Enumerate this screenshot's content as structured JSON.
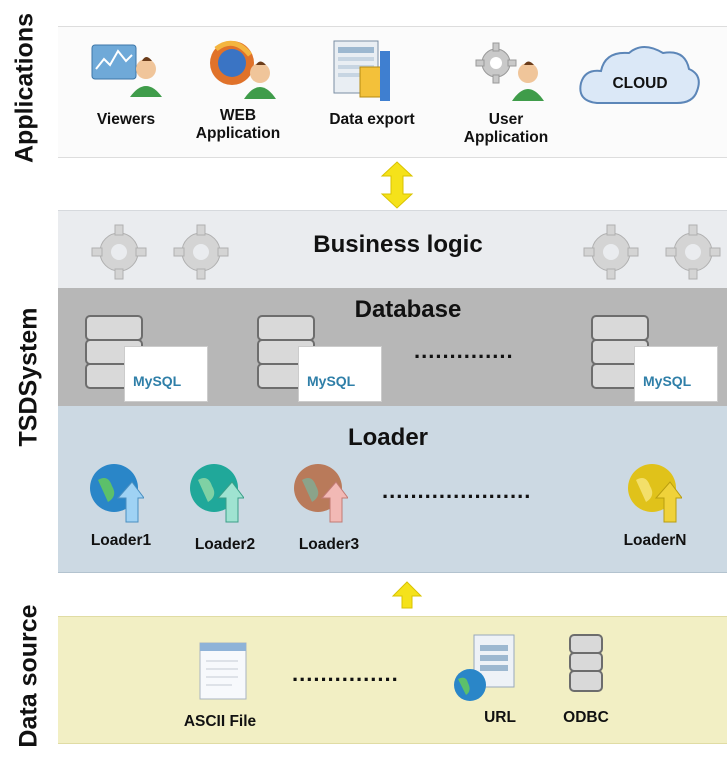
{
  "side_labels": {
    "applications": "Applications",
    "tsdsystem": "TSDSystem",
    "data_source": "Data source"
  },
  "applications": {
    "viewers": "Viewers",
    "web_1": "WEB",
    "web_2": "Application",
    "data_export": "Data export",
    "user_1": "User",
    "user_2": "Application",
    "cloud": "CLOUD"
  },
  "business_logic": {
    "title": "Business logic"
  },
  "database": {
    "title": "Database",
    "dots": "..............",
    "mysql_logo": "MySQL"
  },
  "loader": {
    "title": "Loader",
    "dots": ".....................",
    "items": [
      "Loader1",
      "Loader2",
      "Loader3",
      "LoaderN"
    ]
  },
  "data_source": {
    "ascii": "ASCII File",
    "dots": "...............",
    "url": "URL",
    "odbc": "ODBC"
  },
  "colors": {
    "app_band": "#fbfbfb",
    "business_band": "#eaecef",
    "database_band": "#b7b7b7",
    "loader_band": "#ccd9e3",
    "source_band": "#f2efc4",
    "arrow": "#f5e21a"
  }
}
